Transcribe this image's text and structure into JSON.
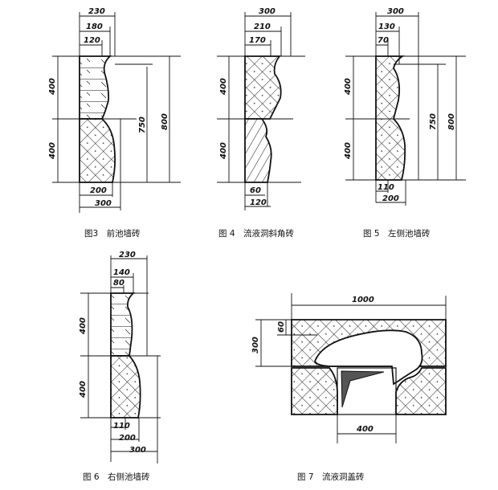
{
  "figures": [
    {
      "caption": "图3　前池墙砖",
      "dims": {
        "w_total": "230",
        "w_mid": "180",
        "w_top": "120",
        "h_upper": "400",
        "h_lower": "400",
        "h_750": "750",
        "h_800": "800",
        "b1": "200",
        "b2": "300"
      }
    },
    {
      "caption": "图 4　流液洞斜角砖",
      "dims": {
        "w_total": "300",
        "w_mid": "210",
        "w_top": "170",
        "h_upper": "400",
        "h_lower": "400",
        "b1": "60",
        "b2": "120"
      }
    },
    {
      "caption": "图 5　左侧池墙砖",
      "dims": {
        "w_total": "300",
        "w_mid": "130",
        "w_top": "70",
        "h_upper": "400",
        "h_lower": "400",
        "h_750": "750",
        "h_800": "800",
        "b1": "110",
        "b2": "200"
      }
    },
    {
      "caption": "图 6　右侧池墙砖",
      "dims": {
        "w_total": "230",
        "w_mid": "140",
        "w_top": "80",
        "h_upper": "400",
        "h_lower": "400",
        "b1": "110",
        "b2": "200",
        "b3": "300"
      }
    },
    {
      "caption": "图 7　流液洞盖砖",
      "dims": {
        "width": "1000",
        "top": "60",
        "height": "300",
        "opening": "400"
      }
    }
  ]
}
